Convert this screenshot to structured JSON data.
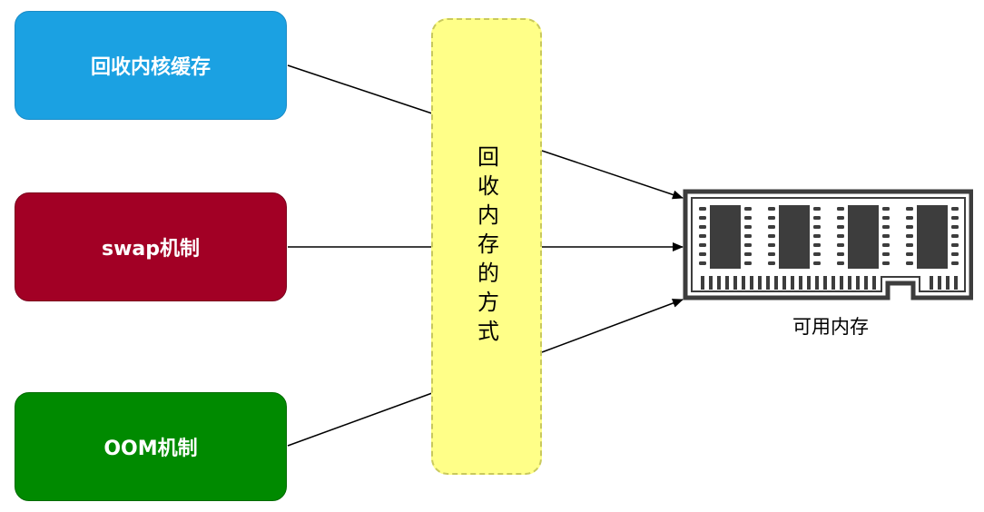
{
  "boxes": {
    "reclaim_kernel_cache": "回收内核缓存",
    "swap": "swap机制",
    "oom": "OOM机制"
  },
  "method": {
    "label": "回收内存的方式"
  },
  "memory": {
    "label": "可用内存",
    "icon": "ram-module-icon"
  },
  "colors": {
    "blue": "#1ba1e2",
    "red": "#a20025",
    "green": "#008a00",
    "yellow": "#ffff88"
  }
}
